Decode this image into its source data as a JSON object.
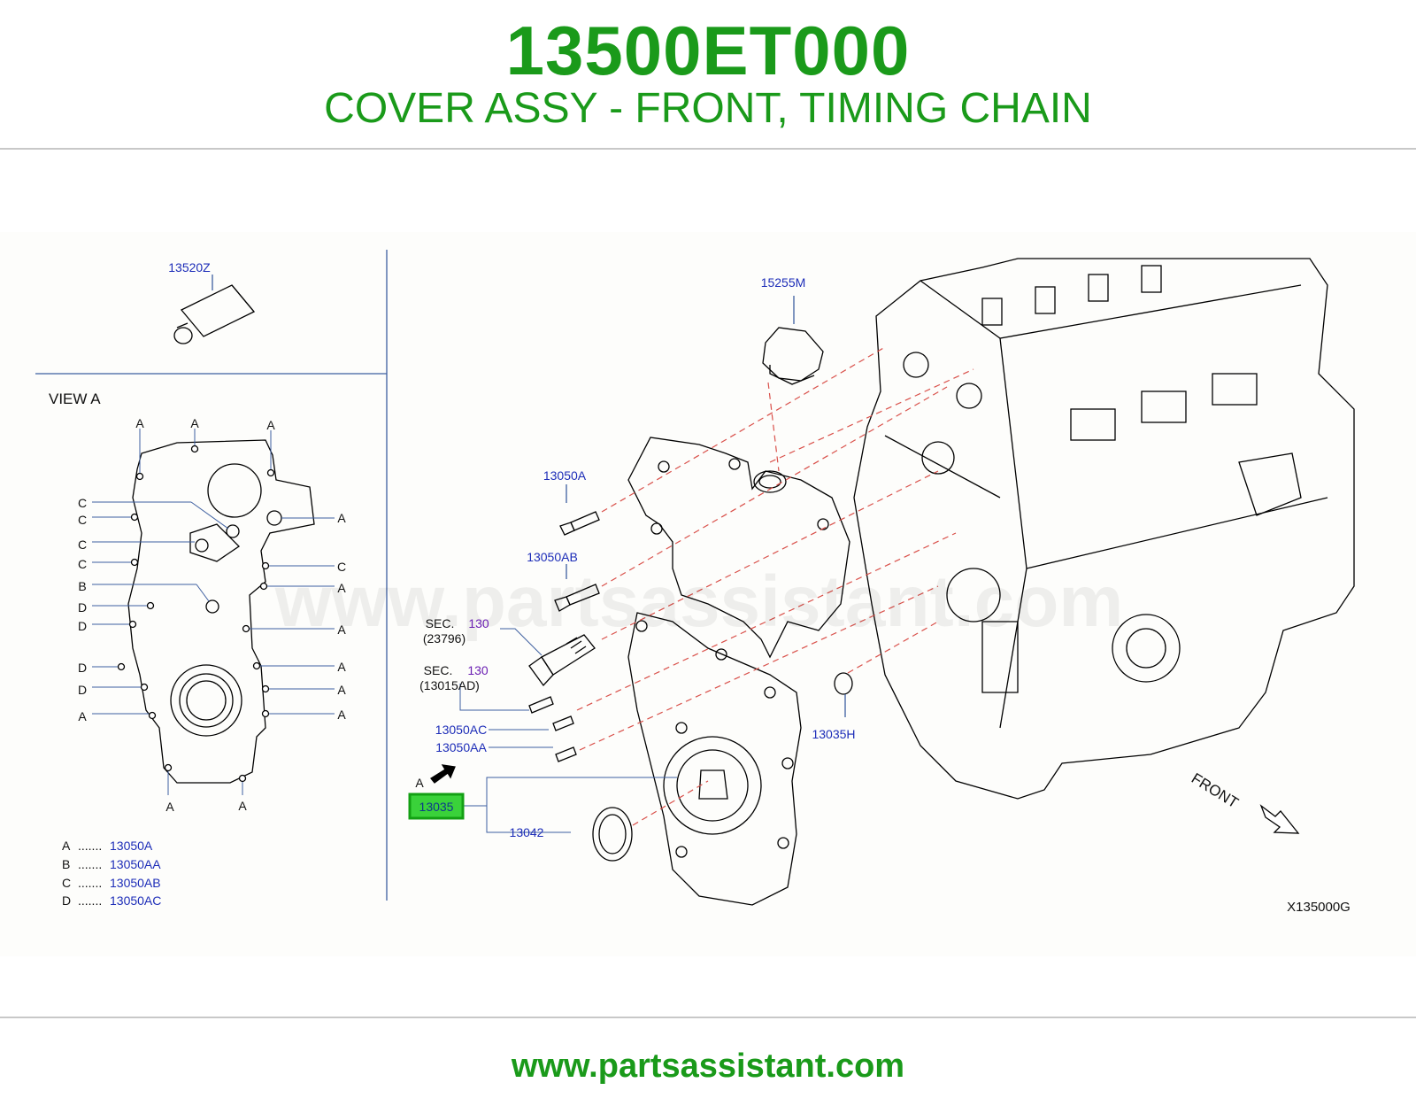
{
  "header": {
    "part_number": "13500ET000",
    "title": "COVER ASSY - FRONT, TIMING CHAIN"
  },
  "footer": {
    "url": "www.partsassistant.com"
  },
  "watermark": "www.partsassistant.com",
  "diagram": {
    "view_label": "VIEW  A",
    "section_code": "X135000G",
    "front_label": "FRONT",
    "arrow_label": "A",
    "parts": {
      "p13520Z": "13520Z",
      "p15255M": "15255M",
      "p13050A": "13050A",
      "p13050AB": "13050AB",
      "sec1_label": "SEC.",
      "sec1_num": "130",
      "sec1_ref": "(23796)",
      "sec2_label": "SEC.",
      "sec2_num": "130",
      "sec2_ref": "(13015AD)",
      "p13050AC": "13050AC",
      "p13050AA": "13050AA",
      "p13035": "13035",
      "p13042": "13042",
      "p13035H": "13035H"
    },
    "view_letters": {
      "top": [
        "A",
        "A",
        "A"
      ],
      "left": [
        "C",
        "C",
        "C",
        "C",
        "B",
        "D",
        "D",
        "D",
        "D",
        "A"
      ],
      "right": [
        "A",
        "C",
        "A",
        "A",
        "A",
        "A",
        "A"
      ],
      "bottom": [
        "A",
        "A"
      ]
    },
    "legend": [
      {
        "letter": "A",
        "dots": ".......",
        "part": "13050A"
      },
      {
        "letter": "B",
        "dots": ".......",
        "part": "13050AA"
      },
      {
        "letter": "C",
        "dots": ".......",
        "part": "13050AB"
      },
      {
        "letter": "D",
        "dots": ".......",
        "part": "13050AC"
      }
    ]
  }
}
